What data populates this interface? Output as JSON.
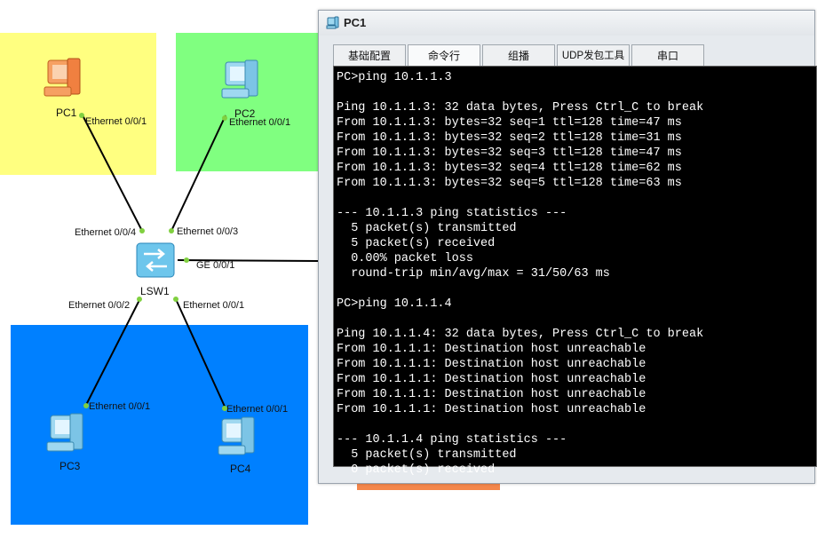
{
  "topology": {
    "colors": {
      "yellow_zone": "#ffff80",
      "green_zone": "#80ff80",
      "blue_zone": "#0080ff",
      "link": "#000000",
      "port_dot": "#80d040"
    },
    "devices": {
      "pc1": "PC1",
      "pc2": "PC2",
      "pc3": "PC3",
      "pc4": "PC4",
      "switch": "LSW1"
    },
    "ports": {
      "pc1_port": "Ethernet 0/0/1",
      "pc2_port": "Ethernet 0/0/1",
      "pc3_port": "Ethernet 0/0/1",
      "pc4_port": "Ethernet 0/0/1",
      "sw_port_4": "Ethernet 0/0/4",
      "sw_port_3": "Ethernet 0/0/3",
      "sw_port_2": "Ethernet 0/0/2",
      "sw_port_1": "Ethernet 0/0/1",
      "sw_uplink": "GE 0/0/1"
    }
  },
  "console": {
    "title": "PC1",
    "tabs": [
      "基础配置",
      "命令行",
      "组播",
      "UDP发包工具",
      "串口"
    ],
    "active_tab": 1,
    "output": "PC>ping 10.1.1.3\n\nPing 10.1.1.3: 32 data bytes, Press Ctrl_C to break\nFrom 10.1.1.3: bytes=32 seq=1 ttl=128 time=47 ms\nFrom 10.1.1.3: bytes=32 seq=2 ttl=128 time=31 ms\nFrom 10.1.1.3: bytes=32 seq=3 ttl=128 time=47 ms\nFrom 10.1.1.3: bytes=32 seq=4 ttl=128 time=62 ms\nFrom 10.1.1.3: bytes=32 seq=5 ttl=128 time=63 ms\n\n--- 10.1.1.3 ping statistics ---\n  5 packet(s) transmitted\n  5 packet(s) received\n  0.00% packet loss\n  round-trip min/avg/max = 31/50/63 ms\n\nPC>ping 10.1.1.4\n\nPing 10.1.1.4: 32 data bytes, Press Ctrl_C to break\nFrom 10.1.1.1: Destination host unreachable\nFrom 10.1.1.1: Destination host unreachable\nFrom 10.1.1.1: Destination host unreachable\nFrom 10.1.1.1: Destination host unreachable\nFrom 10.1.1.1: Destination host unreachable\n\n--- 10.1.1.4 ping statistics ---\n  5 packet(s) transmitted\n  0 packet(s) received"
  }
}
